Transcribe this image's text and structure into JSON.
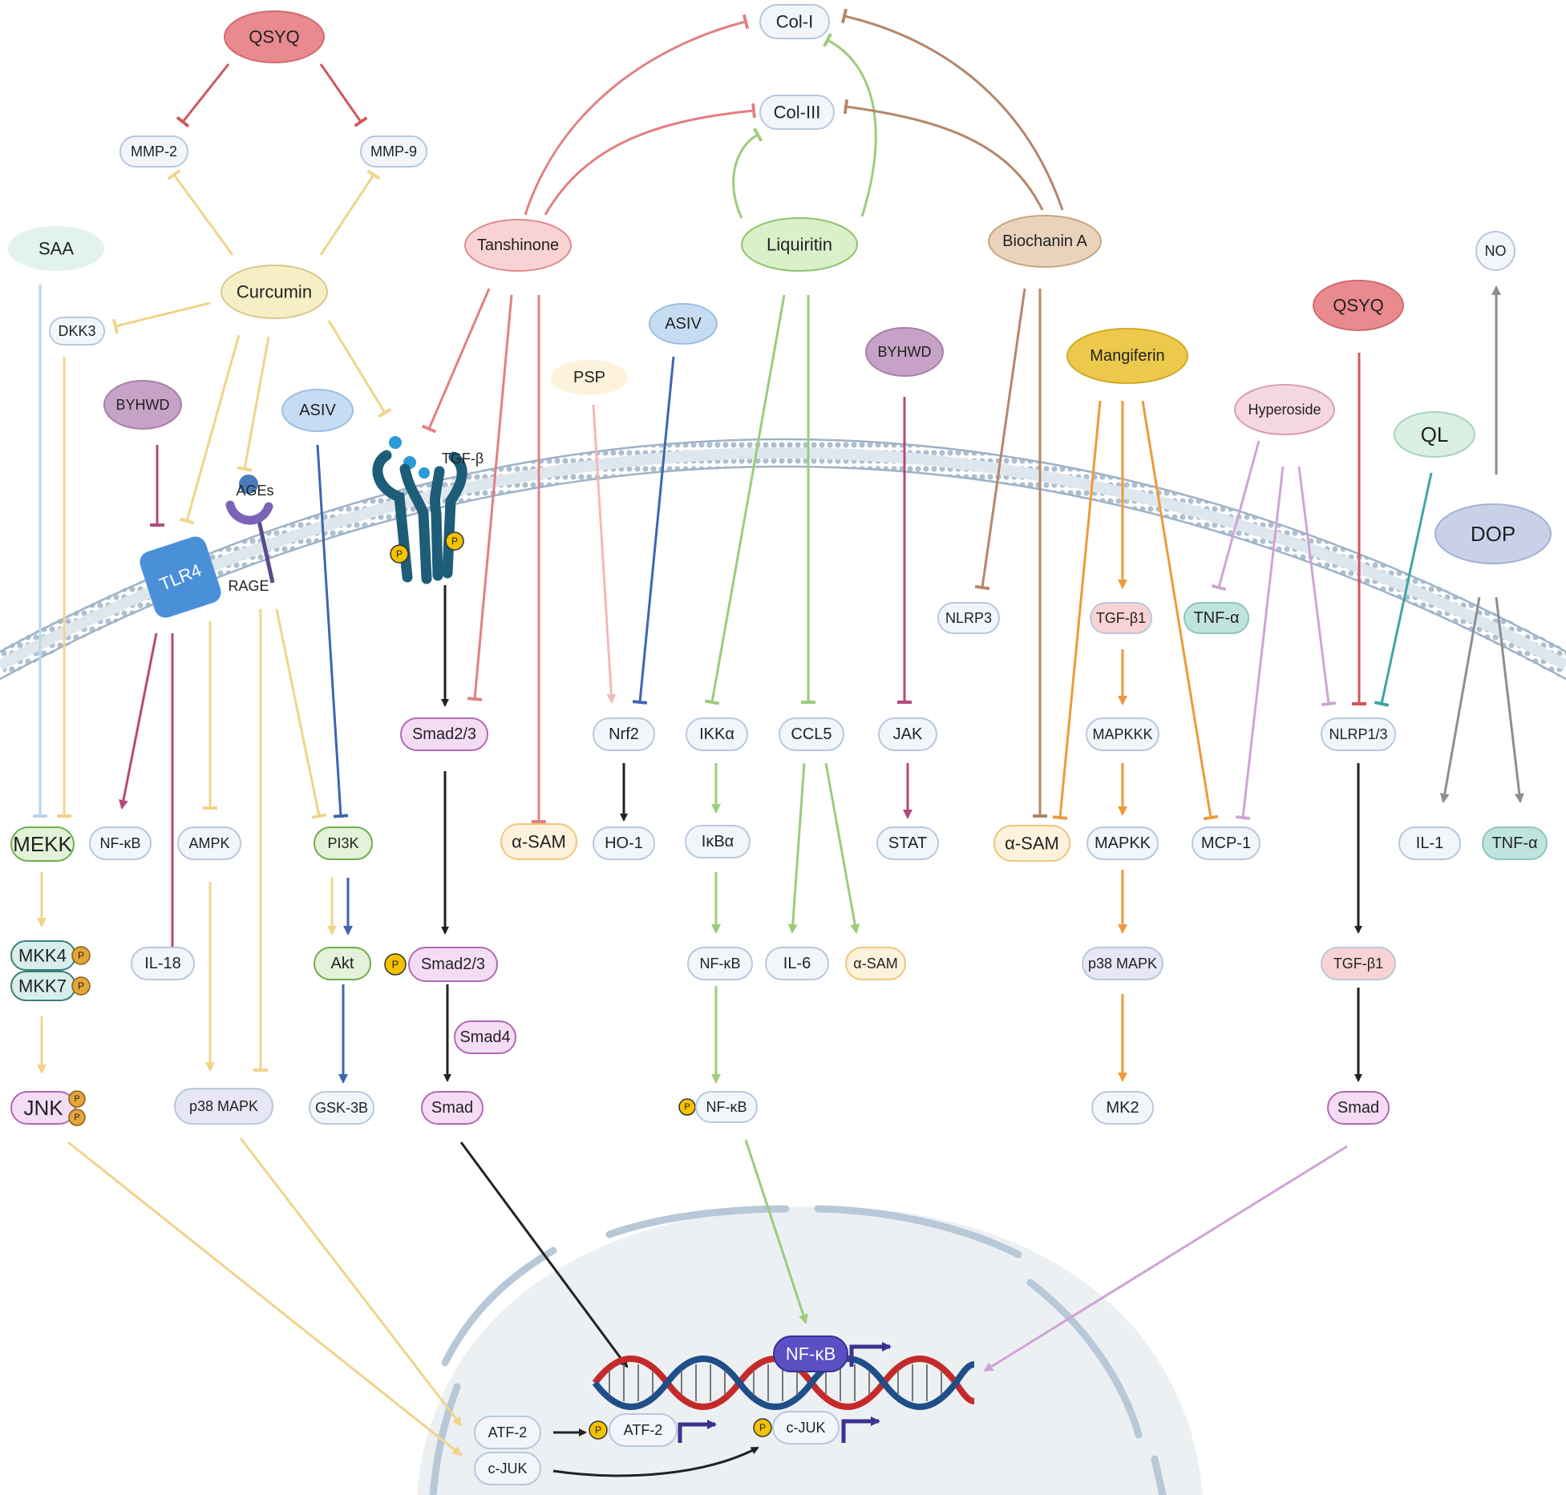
{
  "drugs": {
    "qsyq_top": "QSYQ",
    "curcumin": "Curcumin",
    "saa": "SAA",
    "byhwd_left": "BYHWD",
    "asiv_left": "ASIV",
    "tanshinone": "Tanshinone",
    "liquiritin": "Liquiritin",
    "biochanin_a": "Biochanin A",
    "psp": "PSP",
    "asiv_mid": "ASIV",
    "byhwd_mid": "BYHWD",
    "mangiferin": "Mangiferin",
    "hyperoside": "Hyperoside",
    "qsyq_right": "QSYQ",
    "ql": "QL",
    "dop": "DOP",
    "no": "NO"
  },
  "targets": {
    "mmp2": "MMP-2",
    "mmp9": "MMP-9",
    "col1": "Col-I",
    "col3": "Col-III",
    "dkk3": "DKK3"
  },
  "membrane": {
    "tlr4": "TLR4",
    "ages": "AGEs",
    "rage": "RAGE",
    "tgfb": "TGF-β",
    "phospho": "P"
  },
  "inside": {
    "nlrp3": "NLRP3",
    "tgfb1_a": "TGF-β1",
    "tnfa_a": "TNF-α",
    "mekk": "MEKK",
    "nfkb_1": "NF-κB",
    "ampk": "AMPK",
    "pi3k": "PI3K",
    "smad23_a": "Smad2/3",
    "asam_1": "α-SAM",
    "nrf2": "Nrf2",
    "ikka": "IKKα",
    "ccl5": "CCL5",
    "jak": "JAK",
    "asam_2": "α-SAM",
    "mapkkk": "MAPKKK",
    "mcp1": "MCP-1",
    "nlrp13": "NLRP1/3",
    "il1": "IL-1",
    "tnfa_b": "TNF-α",
    "ho1": "HO-1",
    "ikba": "IκBα",
    "stat": "STAT",
    "mapkk": "MAPKK",
    "mkk4": "MKK4",
    "mkk7": "MKK7",
    "il18": "IL-18",
    "akt": "Akt",
    "smad23_b": "Smad2/3",
    "nfkb_2": "NF-κB",
    "il6": "IL-6",
    "asam_3": "α-SAM",
    "p38_1": "p38 MAPK",
    "tgfb1_b": "TGF-β1",
    "smad4": "Smad4",
    "jnk": "JNK",
    "p38_2": "p38 MAPK",
    "gsk3b": "GSK-3B",
    "smad_a": "Smad",
    "nfkb_3": "NF-κB",
    "mk2": "MK2",
    "smad_b": "Smad"
  },
  "nucleus": {
    "nfkb": "NF-κB",
    "atf2_a": "ATF-2",
    "atf2_b": "ATF-2",
    "cjuk_a": "c-JUK",
    "cjuk_b": "c-JUK",
    "phospho": "P"
  },
  "colors": {
    "qsyq": "#e98a8f",
    "curcumin": "#f6efc6",
    "tanshinone": "#f9d3d3",
    "liquiritin": "#d9f0c9",
    "biochanin": "#ead3bd",
    "mangiferin": "#ecc94b",
    "byhwd": "#c5a2c6",
    "asiv": "#c6dcf2",
    "hyperoside": "#f5d7e4",
    "ql": "#d9efe3",
    "dop": "#c8d1e7",
    "membrane": "#b7c8d8",
    "nucleus": "#ecf0f3",
    "arrow_yellow": "#f0d48a",
    "arrow_orange": "#ee9a3a",
    "arrow_green": "#9ccc7b",
    "arrow_red": "#e27f82",
    "arrow_brown": "#b5866b",
    "arrow_purple": "#b5497a",
    "arrow_blue": "#3d66b0",
    "arrow_lilac": "#cfa4d4",
    "arrow_teal": "#3fa5a3",
    "arrow_gray": "#8a8f94",
    "arrow_black": "#222222"
  }
}
